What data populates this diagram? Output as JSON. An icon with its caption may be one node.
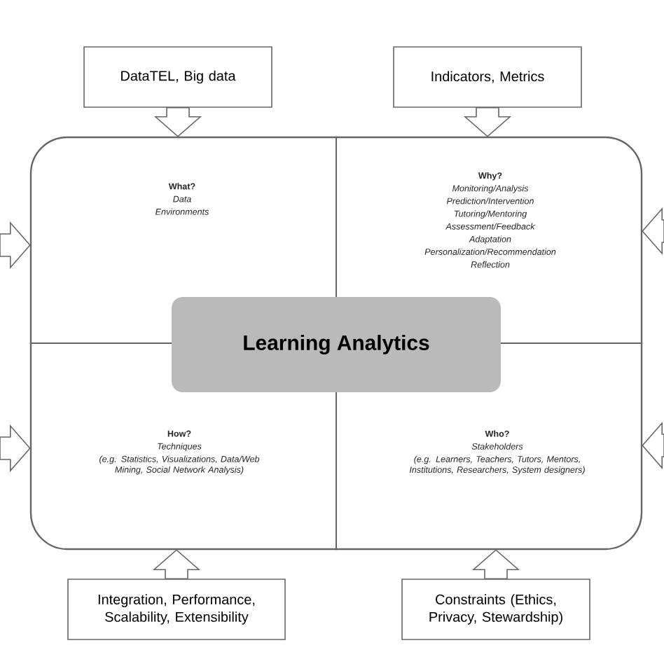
{
  "diagram": {
    "nodes": [
      {
        "text": [],
        "shape": "box"
      },
      {
        "text": [
          "What?",
          "Data",
          "Environments"
        ],
        "in": 0
      },
      {
        "text": [
          "Why?",
          "Monitoring/Analysis",
          "Prediction/Intervention",
          "Tutoring/Mentoring",
          "Assessment/Feedback",
          "Adaptation",
          "Personalization/Recommendation",
          "Reflection"
        ],
        "in": 0
      },
      {
        "text": [
          "Learning Analytics"
        ],
        "in": 0
      },
      {
        "text": [
          "How?",
          "Techniques",
          "(e.g. Statistics, Visualizations, Data/Web Mining, Social Network Analysis)"
        ],
        "in": 0
      },
      {
        "text": [
          "Who?",
          "Stakeholders",
          "(e.g. Learners, Teachers, Tutors, Mentors, Institutions, Researchers, System designers)"
        ],
        "in": 0
      },
      {
        "text": [
          "DataTEL, Big data"
        ]
      },
      {
        "text": [
          "Indicators, Metrics"
        ]
      },
      {
        "text": [
          "Integration, Performance, Scalability, Extensibility"
        ]
      },
      {
        "text": [
          "Constraints (Ethics, Privacy, Stewardship)"
        ]
      }
    ],
    "edges": [
      {
        "from": 6,
        "to": 0,
        "arrow": "to"
      },
      {
        "from": 7,
        "to": 0,
        "arrow": "to"
      },
      {
        "from": null,
        "to": 0,
        "arrow": "to"
      },
      {
        "from": null,
        "to": 0,
        "arrow": "to"
      },
      {
        "from": null,
        "to": 0,
        "arrow": "to"
      },
      {
        "from": null,
        "to": 0,
        "arrow": "to"
      },
      {
        "from": 8,
        "to": 0,
        "arrow": "to"
      },
      {
        "from": 9,
        "to": 0,
        "arrow": "to"
      }
    ]
  }
}
